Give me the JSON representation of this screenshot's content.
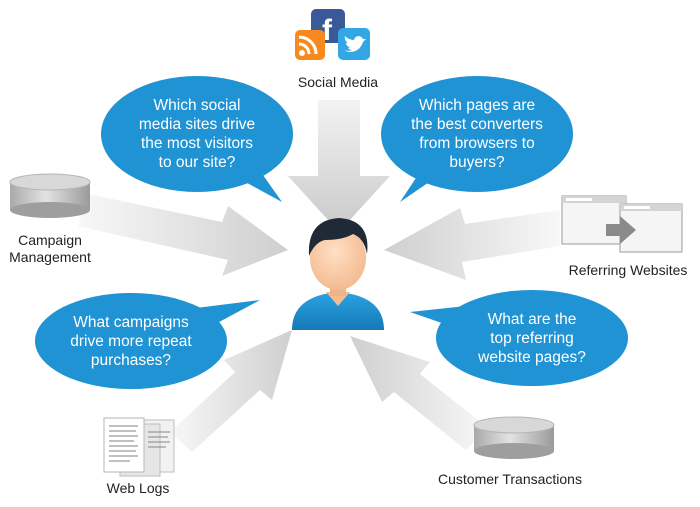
{
  "sources": {
    "social_media": "Social Media",
    "campaign_management": [
      "Campaign",
      "Management"
    ],
    "referring_websites": "Referring Websites",
    "web_logs": "Web Logs",
    "customer_transactions": "Customer Transactions"
  },
  "questions": {
    "social": [
      "Which social",
      "media sites drive",
      "the most visitors",
      "to our site?"
    ],
    "pages": [
      "Which pages are",
      "the best converters",
      "from browsers to",
      "buyers?"
    ],
    "campaigns": [
      "What campaigns",
      "drive more repeat",
      "purchases?"
    ],
    "referring": [
      "What are the",
      "top referring",
      "website pages?"
    ]
  },
  "icons": [
    "rss-icon",
    "facebook-icon",
    "twitter-icon",
    "database-icon",
    "browser-window-icon",
    "document-icon",
    "user-icon"
  ],
  "colors": {
    "bubble": "#1f93d3",
    "arrow": "#d9d9d9",
    "user_shirt": "#1e90d0",
    "hair": "#1f2a36"
  }
}
